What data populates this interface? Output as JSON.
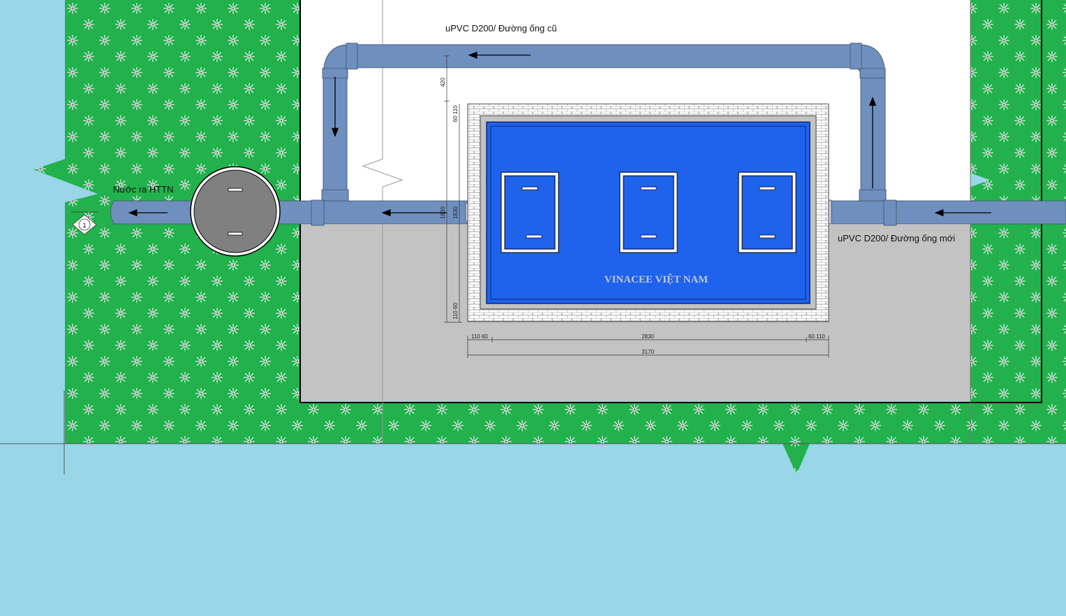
{
  "labels": {
    "old_pipe": "uPVC D200/ Đường ống cũ",
    "new_pipe": "uPVC D200/ Đường ống mới",
    "outlet": "Nước ra HTTN",
    "brand": "VINACEE VIỆT NAM",
    "section_marker": "1"
  },
  "dimensions": {
    "bottom_left": "110 60",
    "bottom_width": "2830",
    "bottom_right": "60 110",
    "total_width": "3170",
    "left_top_offset": "420",
    "left_top_wall": "60 110",
    "left_height": "1830",
    "left_inner": "1830",
    "left_bottom_wall": "110 60"
  },
  "colors": {
    "water": "#98d6e8",
    "grass": "#22b14c",
    "pipe": "#6f8fbf",
    "tank": "#1f62ec",
    "manhole": "#808080",
    "paving": "#c3c3c3"
  }
}
